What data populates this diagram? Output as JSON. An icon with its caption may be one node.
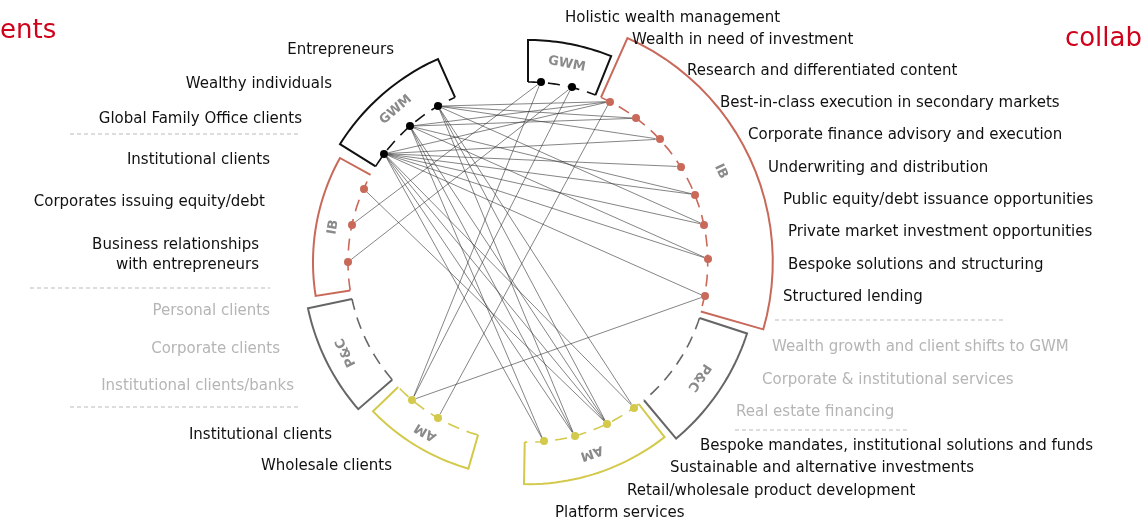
{
  "diagram": {
    "nodes": [
      {
        "text": [
          "GWM"
        ]
      },
      {
        "text": [],
        "shape": "circle",
        "in": 0
      },
      {
        "text": [],
        "shape": "circle",
        "in": 0
      },
      {
        "text": [],
        "shape": "circle",
        "in": 0
      },
      {
        "text": [
          "IB"
        ]
      },
      {
        "text": [],
        "shape": "circle",
        "in": 4
      },
      {
        "text": [],
        "shape": "circle",
        "in": 4
      },
      {
        "text": [],
        "shape": "circle",
        "in": 4
      },
      {
        "text": [
          "P&C"
        ]
      },
      {
        "text": [
          "AM"
        ]
      },
      {
        "text": [],
        "shape": "circle",
        "in": 9
      },
      {
        "text": [],
        "shape": "circle",
        "in": 9
      },
      {
        "text": [
          "GWM"
        ]
      },
      {
        "text": [],
        "shape": "circle",
        "in": 12
      },
      {
        "text": [],
        "shape": "circle",
        "in": 12
      },
      {
        "text": [
          "IB"
        ]
      },
      {
        "text": [],
        "shape": "circle",
        "in": 15
      },
      {
        "text": [],
        "shape": "circle",
        "in": 15
      },
      {
        "text": [],
        "shape": "circle",
        "in": 15
      },
      {
        "text": [],
        "shape": "circle",
        "in": 15
      },
      {
        "text": [],
        "shape": "circle",
        "in": 15
      },
      {
        "text": [],
        "shape": "circle",
        "in": 15
      },
      {
        "text": [],
        "shape": "circle",
        "in": 15
      },
      {
        "text": [],
        "shape": "circle",
        "in": 15
      },
      {
        "text": [
          "P&C"
        ]
      },
      {
        "text": [
          "AM"
        ]
      },
      {
        "text": [],
        "shape": "circle",
        "in": 25
      },
      {
        "text": [],
        "shape": "circle",
        "in": 25
      },
      {
        "text": [],
        "shape": "circle",
        "in": 25
      },
      {
        "text": [],
        "shape": "circle",
        "in": 25
      }
    ],
    "edges": [
      {
        "from": 1,
        "to": 16,
        "arrow": "none"
      },
      {
        "from": 1,
        "to": 17,
        "arrow": "none"
      },
      {
        "from": 1,
        "to": 18,
        "arrow": "none"
      },
      {
        "from": 1,
        "to": 21,
        "arrow": "none"
      },
      {
        "from": 1,
        "to": 26,
        "arrow": "none"
      },
      {
        "from": 1,
        "to": 27,
        "arrow": "none"
      },
      {
        "from": 1,
        "to": 28,
        "arrow": "none"
      },
      {
        "from": 2,
        "to": 16,
        "arrow": "none"
      },
      {
        "from": 2,
        "to": 17,
        "arrow": "none"
      },
      {
        "from": 2,
        "to": 20,
        "arrow": "none"
      },
      {
        "from": 2,
        "to": 22,
        "arrow": "none"
      },
      {
        "from": 2,
        "to": 27,
        "arrow": "none"
      },
      {
        "from": 2,
        "to": 28,
        "arrow": "none"
      },
      {
        "from": 2,
        "to": 29,
        "arrow": "none"
      },
      {
        "from": 3,
        "to": 16,
        "arrow": "none"
      },
      {
        "from": 3,
        "to": 18,
        "arrow": "none"
      },
      {
        "from": 3,
        "to": 19,
        "arrow": "none"
      },
      {
        "from": 3,
        "to": 20,
        "arrow": "none"
      },
      {
        "from": 3,
        "to": 21,
        "arrow": "none"
      },
      {
        "from": 3,
        "to": 22,
        "arrow": "none"
      },
      {
        "from": 3,
        "to": 23,
        "arrow": "none"
      },
      {
        "from": 3,
        "to": 26,
        "arrow": "none"
      },
      {
        "from": 3,
        "to": 27,
        "arrow": "none"
      },
      {
        "from": 3,
        "to": 28,
        "arrow": "none"
      },
      {
        "from": 3,
        "to": 29,
        "arrow": "none"
      },
      {
        "from": 5,
        "to": 27,
        "arrow": "none"
      },
      {
        "from": 6,
        "to": 13,
        "arrow": "none"
      },
      {
        "from": 7,
        "to": 14,
        "arrow": "none"
      },
      {
        "from": 10,
        "to": 13,
        "arrow": "none"
      },
      {
        "from": 10,
        "to": 14,
        "arrow": "none"
      },
      {
        "from": 10,
        "to": 23,
        "arrow": "none"
      },
      {
        "from": 11,
        "to": 16,
        "arrow": "none"
      }
    ],
    "labels": [
      "ents",
      "Entrepreneurs",
      "Wealthy individuals",
      "Global Family Office clients",
      "Institutional clients",
      "Corporates issuing equity/debt",
      "Business relationships with entrepreneurs",
      "Personal clients",
      "Corporate clients",
      "Institutional clients/banks",
      "Institutional clients",
      "Wholesale clients",
      "collab",
      "Holistic wealth management",
      "Wealth in need of investment",
      "Research and differentiated content",
      "Best-in-class execution in secondary markets",
      "Corporate finance advisory and execution",
      "Underwriting and distribution",
      "Public equity/debt issuance opportunities",
      "Private market investment opportunities",
      "Bespoke solutions and structuring",
      "Structured lending",
      "Wealth growth and client shifts to GWM",
      "Corporate & institutional services",
      "Real estate financing",
      "Bespoke mandates, institutional solutions and funds",
      "Sustainable and alternative investments",
      "Retail/wholesale product development",
      "Platform services"
    ]
  }
}
